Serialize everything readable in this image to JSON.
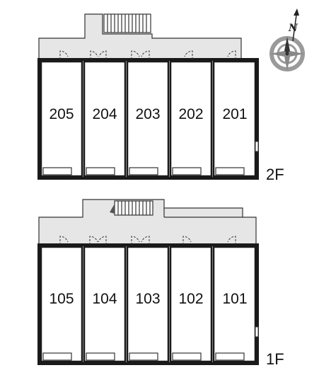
{
  "floors": [
    {
      "label": "2F",
      "rooms": [
        {
          "number": "205"
        },
        {
          "number": "204"
        },
        {
          "number": "203"
        },
        {
          "number": "202"
        },
        {
          "number": "201"
        }
      ]
    },
    {
      "label": "1F",
      "rooms": [
        {
          "number": "105"
        },
        {
          "number": "104"
        },
        {
          "number": "103"
        },
        {
          "number": "102"
        },
        {
          "number": "101"
        }
      ]
    }
  ],
  "compass": {
    "north_label": "N"
  },
  "colors": {
    "corridor": "#e6e6e6",
    "wall": "#1a1a1a",
    "room_fill": "#ffffff",
    "compass_ring": "#9a9a9a"
  }
}
